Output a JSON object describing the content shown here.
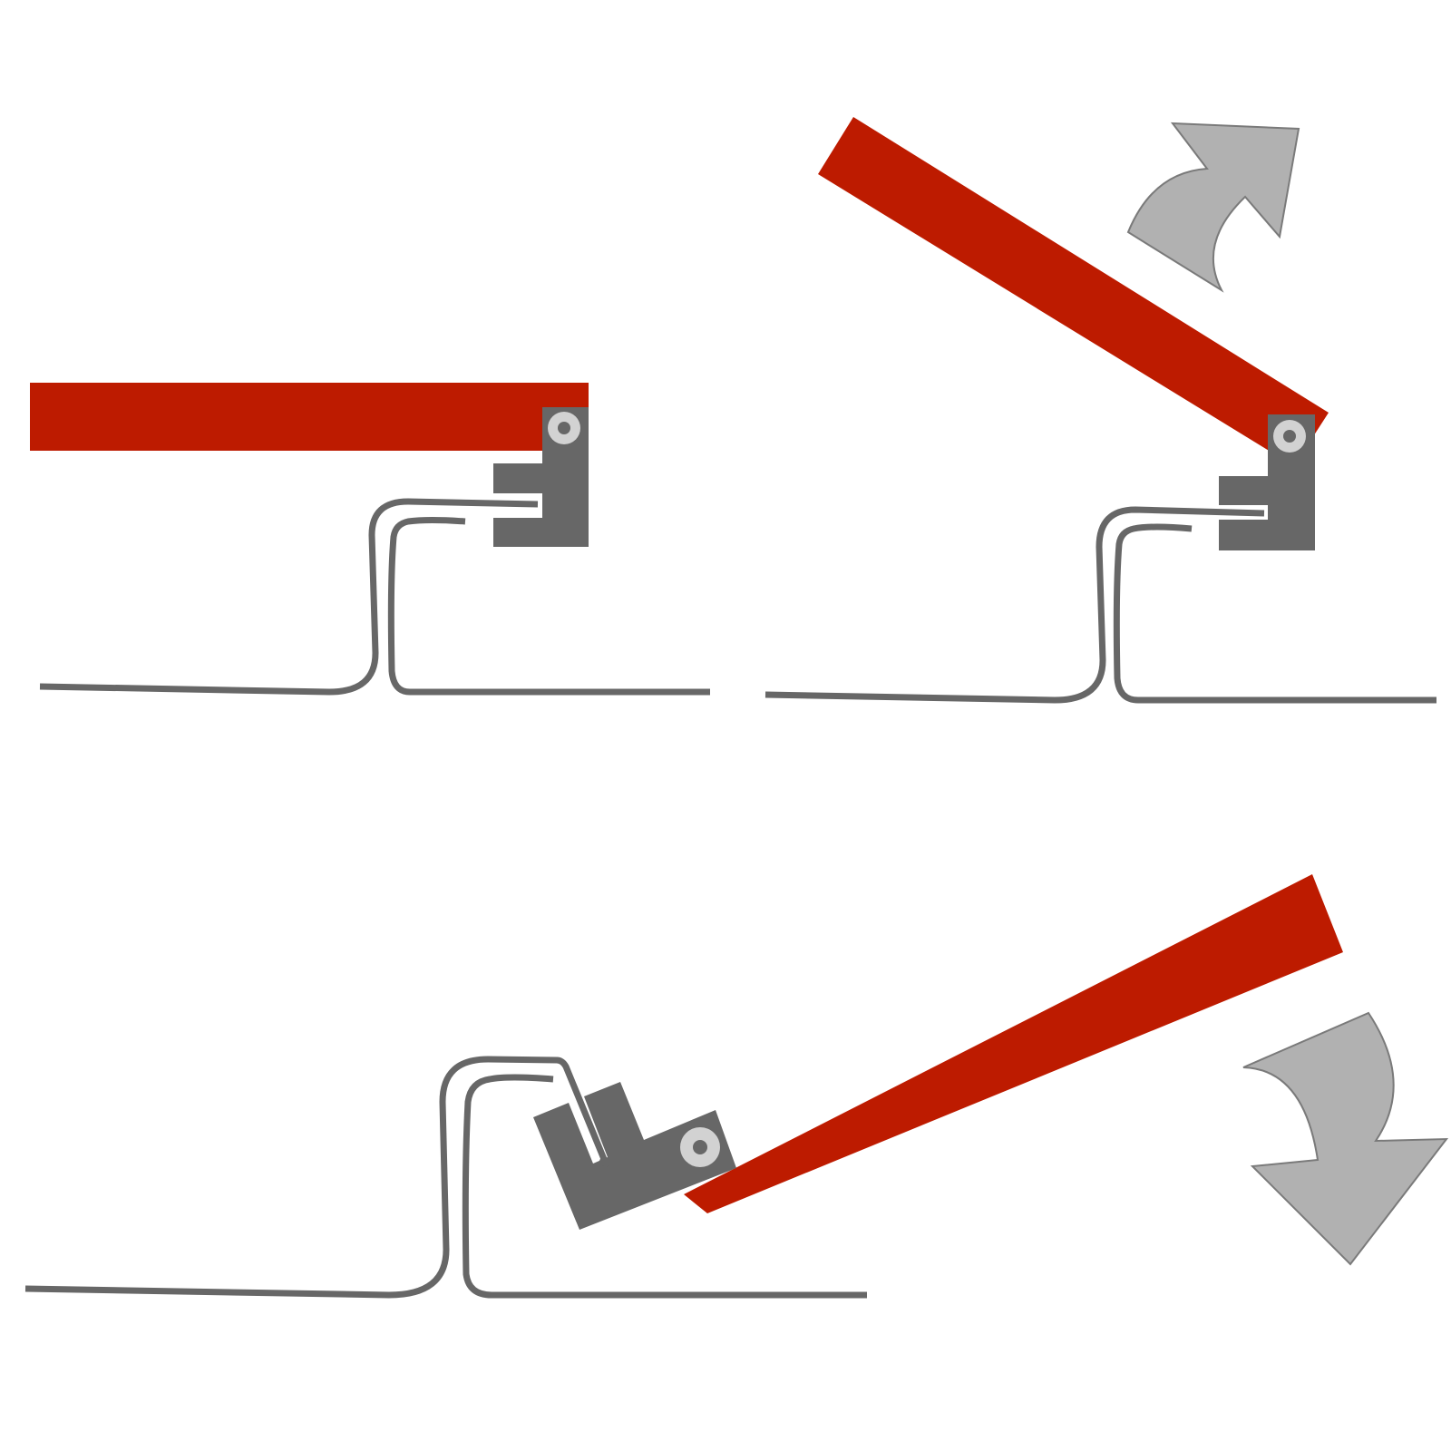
{
  "colors": {
    "background": "#ffffff",
    "beam": "#bd1b00",
    "metal": "#676767",
    "pivot_ring": "#d2d2d2",
    "pivot_center": "#676767",
    "arrow_fill": "#b1b1b1",
    "arrow_stroke": "#7a7a7a"
  },
  "panels": [
    {
      "id": "closed",
      "state": "beam horizontal, clamp engaged with seam",
      "beam_angle_deg": 0
    },
    {
      "id": "lifting",
      "state": "beam raised upward, clamp still engaged",
      "beam_angle_deg": -32,
      "arrow": "curved-arrow-up-right-icon"
    },
    {
      "id": "rotated",
      "state": "clamp rotated with seam folded, beam lowering",
      "beam_angle_deg": -22,
      "arrow": "curved-arrow-down-icon"
    }
  ]
}
